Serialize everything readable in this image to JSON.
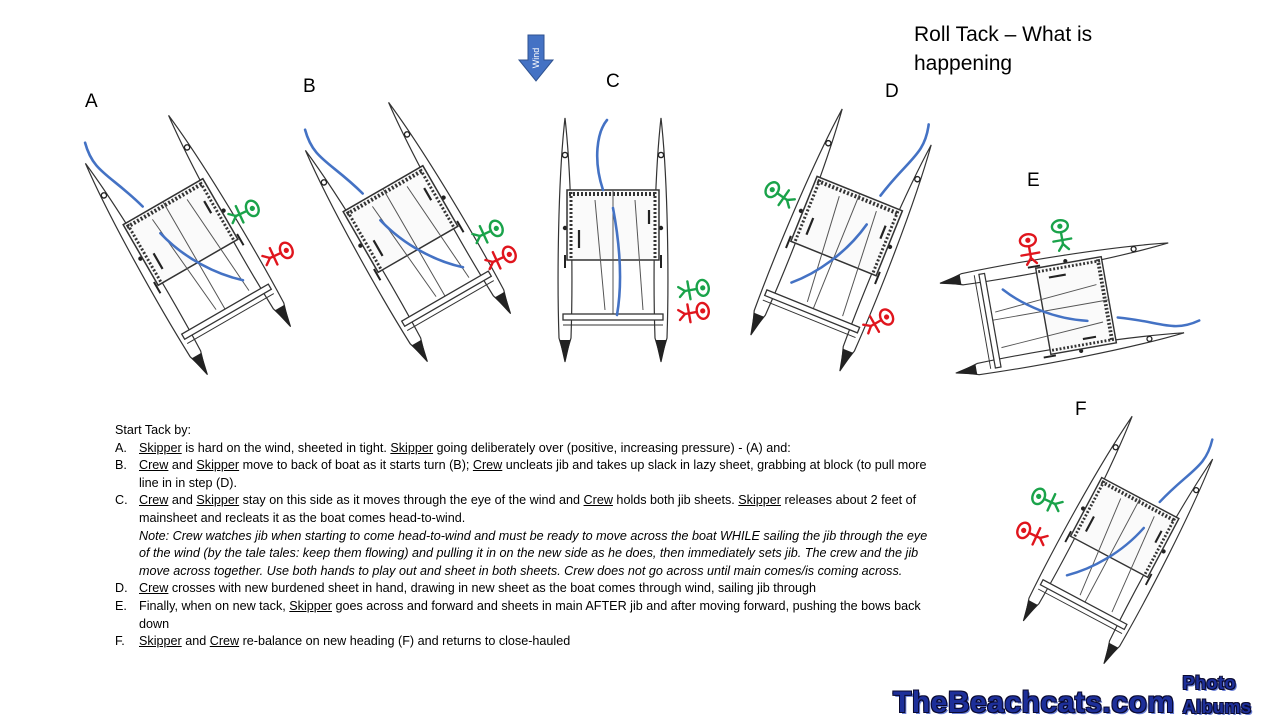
{
  "title": "Roll Tack – What is happening",
  "wind_label": "Wind",
  "step_labels": {
    "a": "A",
    "b": "B",
    "c": "C",
    "d": "D",
    "e": "E",
    "f": "F"
  },
  "instructions": {
    "intro": "Start Tack by:",
    "items": [
      {
        "marker": "A.",
        "segments": [
          {
            "text": "Skipper",
            "u": true
          },
          {
            "text": " is hard on the wind, sheeted in tight.  "
          },
          {
            "text": "Skipper",
            "u": true
          },
          {
            "text": " going deliberately over (positive, increasing pressure) -  (A) and:"
          }
        ]
      },
      {
        "marker": "B.",
        "segments": [
          {
            "text": "Crew",
            "u": true
          },
          {
            "text": " and "
          },
          {
            "text": "Skipper",
            "u": true
          },
          {
            "text": " move to back of boat as it starts turn (B); "
          },
          {
            "text": "Crew",
            "u": true
          },
          {
            "text": " uncleats jib and takes up slack in lazy sheet, grabbing at block (to pull more line in in step (D)."
          }
        ]
      },
      {
        "marker": "C.",
        "segments": [
          {
            "text": "Crew",
            "u": true
          },
          {
            "text": " and "
          },
          {
            "text": "Skipper",
            "u": true
          },
          {
            "text": " stay on this side as it moves through the eye of the wind and "
          },
          {
            "text": "Crew",
            "u": true
          },
          {
            "text": " holds both jib sheets.  "
          },
          {
            "text": "Skipper",
            "u": true
          },
          {
            "text": " releases about 2 feet of mainsheet and recleats it as the boat comes head-to-wind."
          }
        ]
      },
      {
        "marker": "D.",
        "segments": [
          {
            "text": "Crew",
            "u": true
          },
          {
            "text": " crosses with new burdened sheet in hand, drawing in new sheet as the boat comes through wind, sailing jib through"
          }
        ]
      },
      {
        "marker": "E.",
        "segments": [
          {
            "text": "Finally, when on new tack, "
          },
          {
            "text": "Skipper",
            "u": true
          },
          {
            "text": " goes across and forward and sheets in main AFTER jib and after moving forward, pushing the bows back down"
          }
        ]
      },
      {
        "marker": "F.",
        "segments": [
          {
            "text": "Skipper",
            "u": true
          },
          {
            "text": " and "
          },
          {
            "text": "Crew",
            "u": true
          },
          {
            "text": " re-balance on new heading (F) and returns to close-hauled"
          }
        ]
      }
    ],
    "note": "Note: Crew watches jib when starting to come head-to-wind and must be ready to move across the boat WHILE sailing the jib through the eye of the wind (by the tale tales: keep them flowing) and pulling it in on the new side as he does, then immediately sets jib.  The crew and the jib move across together.  Use both hands to play out and sheet in both sheets.  Crew does not go across until main comes/is coming across."
  },
  "watermark": {
    "main": "TheBeachcats.com",
    "sub": "Photo Albums"
  },
  "colors": {
    "crew": "#1aa34a",
    "skipper": "#e0151d",
    "sail": "#4472c4",
    "wind_arrow": "#4472c4"
  },
  "boats": [
    {
      "step": "A",
      "heading_deg": -30,
      "sail_side": "left",
      "crew": [
        {
          "role": "crew"
        },
        {
          "role": "skipper"
        }
      ]
    },
    {
      "step": "B",
      "heading_deg": -30,
      "sail_side": "left",
      "crew": [
        {
          "role": "crew"
        },
        {
          "role": "skipper"
        }
      ]
    },
    {
      "step": "C",
      "heading_deg": 0,
      "sail_side": "center",
      "crew": [
        {
          "role": "crew"
        },
        {
          "role": "skipper"
        }
      ]
    },
    {
      "step": "D",
      "heading_deg": 22,
      "sail_side": "right",
      "crew": [
        {
          "role": "crew"
        },
        {
          "role": "skipper"
        }
      ]
    },
    {
      "step": "E",
      "heading_deg": 80,
      "sail_side": "right",
      "crew": [
        {
          "role": "skipper"
        },
        {
          "role": "crew"
        }
      ]
    },
    {
      "step": "F",
      "heading_deg": 28,
      "sail_side": "right",
      "crew": [
        {
          "role": "crew"
        },
        {
          "role": "skipper"
        }
      ]
    }
  ]
}
